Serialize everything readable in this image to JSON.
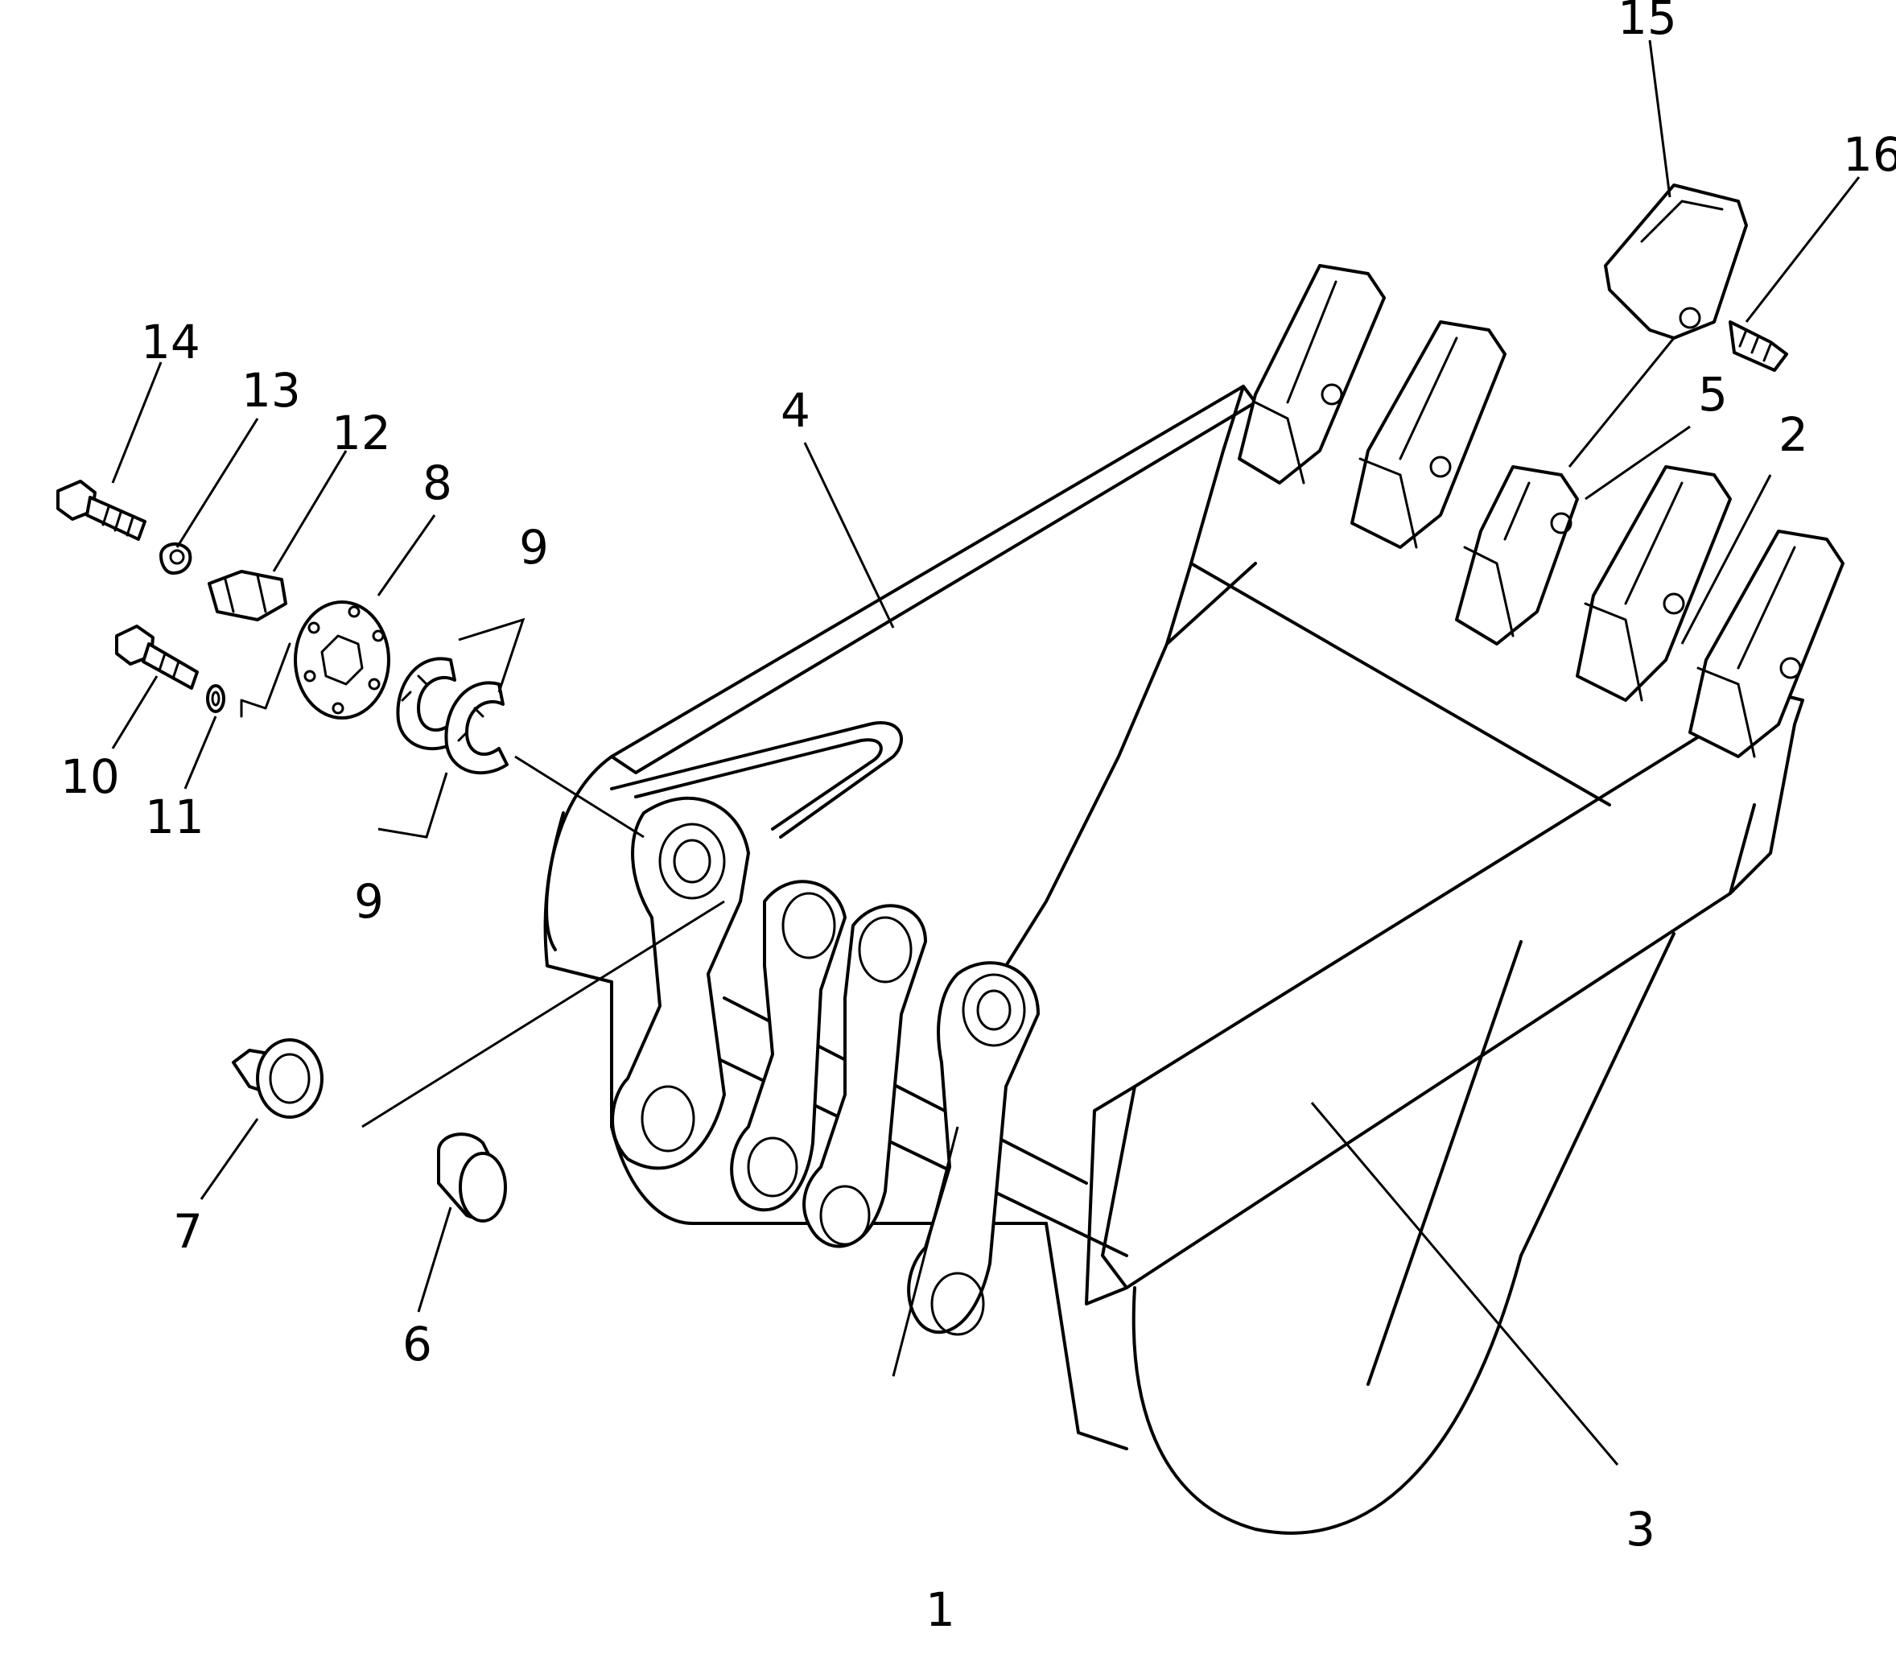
{
  "callouts": {
    "c1": "1",
    "c2": "2",
    "c3": "3",
    "c4": "4",
    "c5": "5",
    "c6": "6",
    "c7": "7",
    "c8": "8",
    "c9a": "9",
    "c9b": "9",
    "c10": "10",
    "c11": "11",
    "c12": "12",
    "c13": "13",
    "c14": "14",
    "c15": "15",
    "c16": "16"
  }
}
